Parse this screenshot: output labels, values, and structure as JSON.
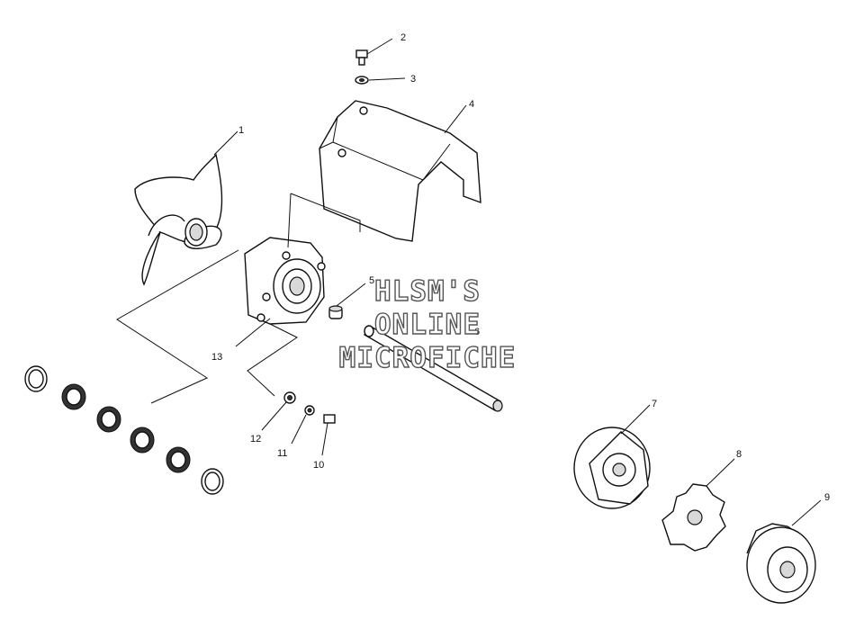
{
  "diagram": {
    "callouts": [
      {
        "id": "1",
        "label": "1"
      },
      {
        "id": "2",
        "label": "2"
      },
      {
        "id": "3",
        "label": "3"
      },
      {
        "id": "4",
        "label": "4"
      },
      {
        "id": "5",
        "label": "5"
      },
      {
        "id": "6",
        "label": "6"
      },
      {
        "id": "7",
        "label": "7"
      },
      {
        "id": "8",
        "label": "8"
      },
      {
        "id": "9",
        "label": "9"
      },
      {
        "id": "10",
        "label": "10"
      },
      {
        "id": "11",
        "label": "11"
      },
      {
        "id": "12",
        "label": "12"
      },
      {
        "id": "13",
        "label": "13"
      }
    ]
  },
  "watermark": {
    "line1": "HLSM'S",
    "line2": "ONLINE",
    "line3": "MICROFICHE",
    "stroke_color": "#555555"
  }
}
